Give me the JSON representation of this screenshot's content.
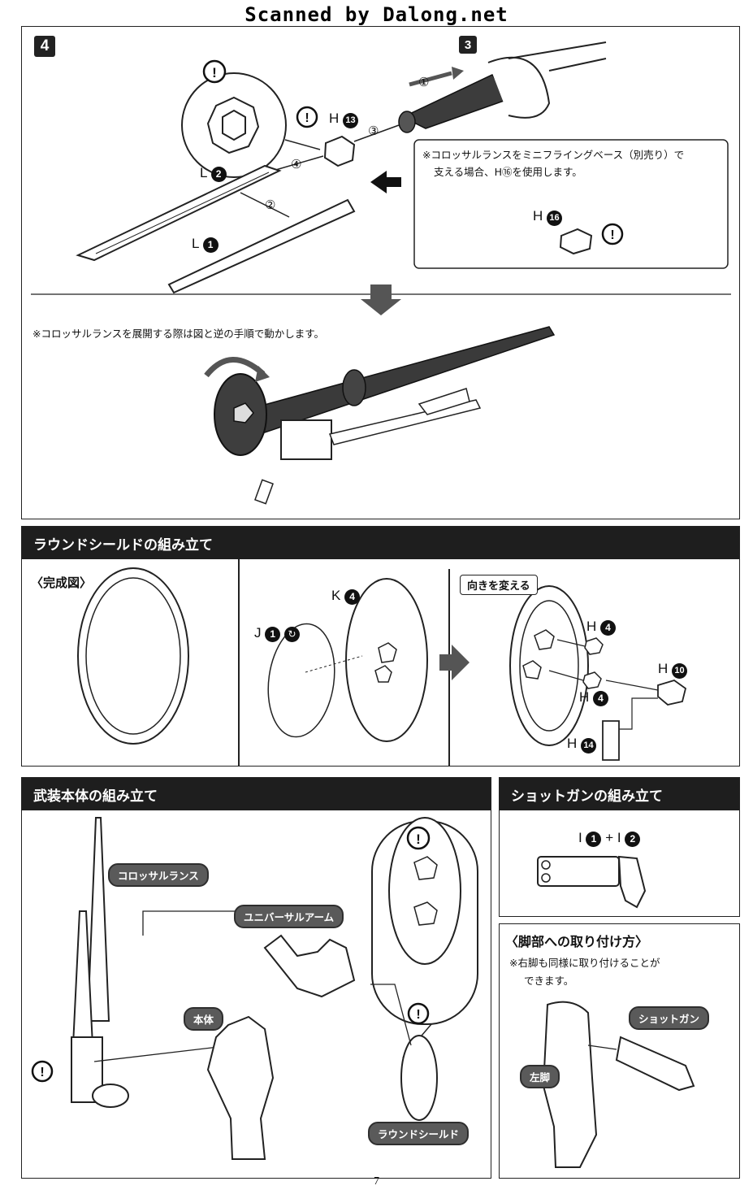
{
  "watermark": "Scanned by Dalong.net",
  "step4": {
    "number": "4",
    "ref_step": "3",
    "arrow_numbers": [
      "①",
      "②",
      "③",
      "④"
    ],
    "labels": {
      "part_h13": "H",
      "h13_num": "13",
      "part_l2": "L",
      "l2_num": "2",
      "part_l1": "L",
      "l1_num": "1",
      "part_h16": "H",
      "h16_num": "16"
    },
    "note_base_line1": "※コロッサルランスをミニフライングベース（別売り）で",
    "note_base_line2": "支える場合、H⑯を使用します。",
    "note_deploy": "※コロッサルランスを展開する際は図と逆の手順で動かします。"
  },
  "round_shield": {
    "header": "ラウンドシールドの組み立て",
    "completed_label": "〈完成図〉",
    "part_k4": "K",
    "k4_num": "4",
    "part_j1": "J",
    "j1_num": "1",
    "change_direction": "向きを変える",
    "h4a": "H",
    "h4a_num": "4",
    "h4b": "H",
    "h4b_num": "4",
    "h10": "H",
    "h10_num": "10",
    "h14": "H",
    "h14_num": "14"
  },
  "armament": {
    "header": "武装本体の組み立て",
    "tag_lance": "コロッサルランス",
    "tag_arm": "ユニバーサルアーム",
    "tag_body": "本体",
    "tag_shield": "ラウンドシールド"
  },
  "shotgun": {
    "header": "ショットガンの組み立て",
    "part_i1": "I",
    "i1_num": "1",
    "plus": "+",
    "part_i2": "I",
    "i2_num": "2",
    "leg_heading": "〈脚部への取り付け方〉",
    "leg_note_line1": "※右脚も同様に取り付けることが",
    "leg_note_line2": "できます。",
    "tag_shotgun": "ショットガン",
    "tag_left_leg": "左脚"
  },
  "page_number": "7"
}
